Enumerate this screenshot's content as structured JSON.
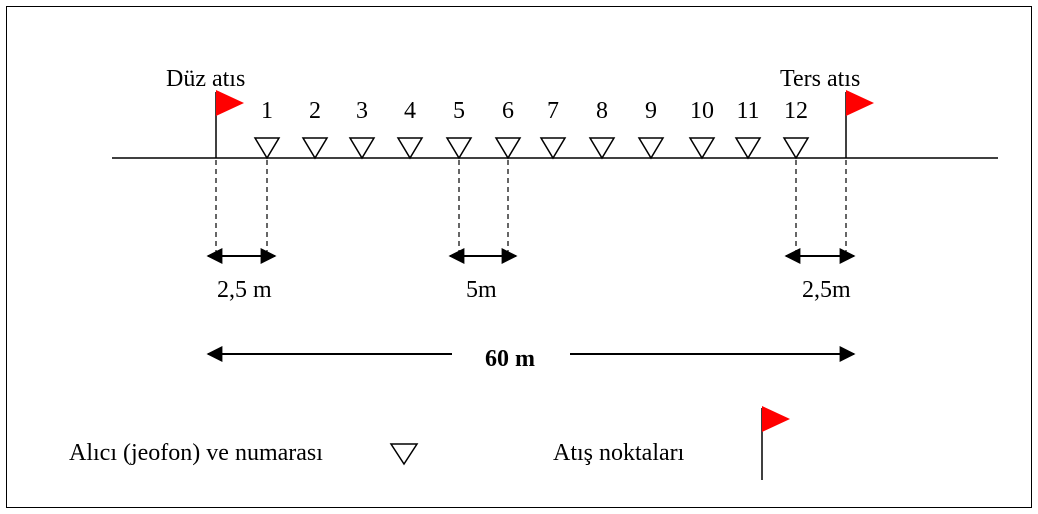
{
  "shots": {
    "forward_label": "Düz atıs",
    "reverse_label": "Ters atıs"
  },
  "receivers": {
    "numbers": [
      "1",
      "2",
      "3",
      "4",
      "5",
      "6",
      "7",
      "8",
      "9",
      "10",
      "11",
      "12"
    ]
  },
  "dimensions": {
    "offset_start": "2,5 m",
    "spacing": "5m",
    "offset_end": "2,5m",
    "total_length": "60 m"
  },
  "legend": {
    "receiver_text": "Alıcı (jeofon) ve numarası",
    "shot_text": "Atış noktaları"
  },
  "colors": {
    "flag": "#ff0000",
    "ink": "#000000",
    "background": "#ffffff"
  }
}
